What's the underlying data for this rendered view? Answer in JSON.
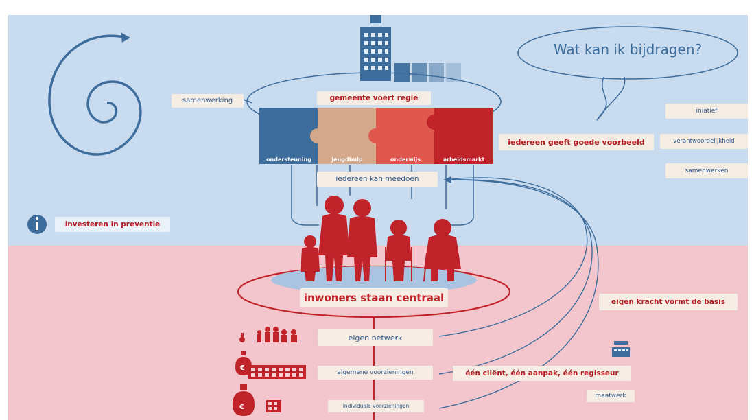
{
  "question": "Wat kan ik bijdragen?",
  "labels": {
    "samenwerking": "samenwerking",
    "regie": "gemeente voert regie",
    "meedoen": "iedereen kan meedoen",
    "preventie": "investeren in preventie",
    "voorbeeld": "iedereen geeft goede voorbeeld",
    "initiatief": "iniatief",
    "verantwoordelijkheid": "verantwoordelijkheid",
    "samenwerken": "samenwerken",
    "centraal": "inwoners staan centraal",
    "kracht": "eigen kracht vormt de basis",
    "netwerk": "eigen netwerk",
    "algemene": "algemene voorzieningen",
    "individuele": "individuale voorzieningen",
    "client": "één cliënt, één aanpak, één regisseur",
    "maatwerk": "maatwerk"
  },
  "puzzle": [
    "ondersteuning",
    "jeugdhulp",
    "onderwijs",
    "arbeidsmarkt"
  ],
  "info_icon": "info-icon",
  "colors": {
    "top_band": "#c9dbef",
    "bottom_band": "#f2c6cc",
    "red": "#c0242a",
    "blue": "#3d6d9c"
  }
}
